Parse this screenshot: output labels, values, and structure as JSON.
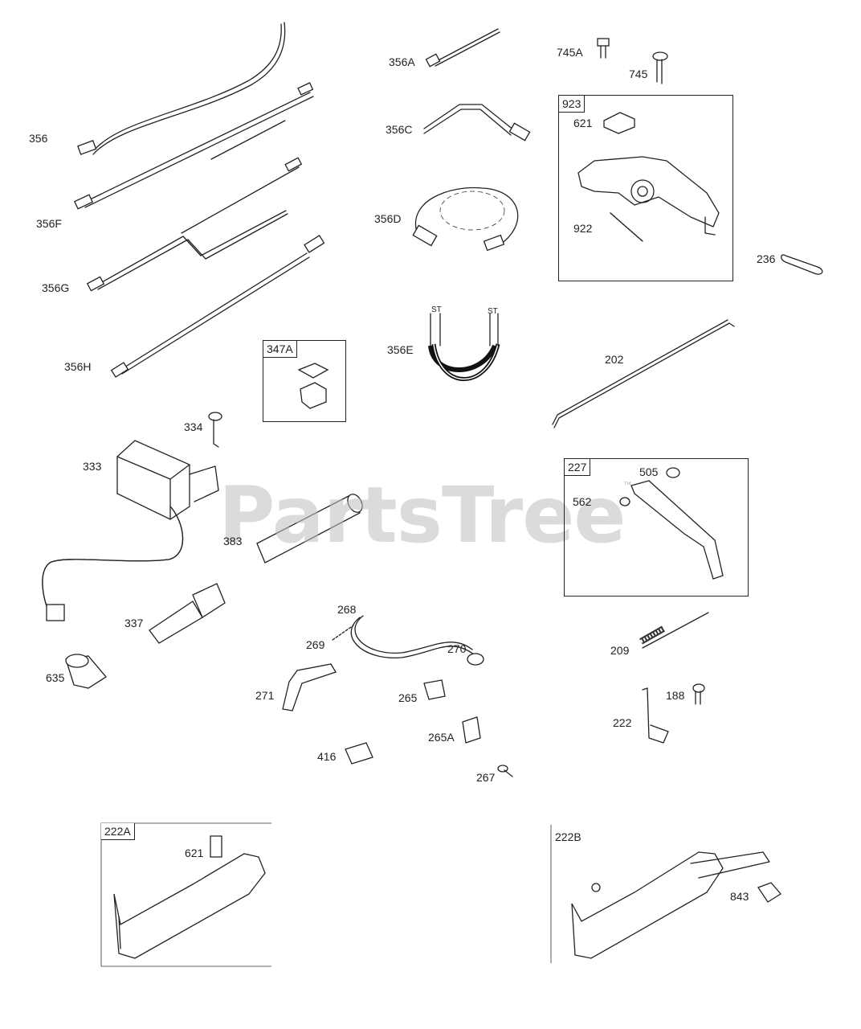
{
  "watermark": "PartsTree",
  "watermark_tm": "™",
  "labels": {
    "l356": "356",
    "l356f": "356F",
    "l356g": "356G",
    "l356h": "356H",
    "l356a": "356A",
    "l356c": "356C",
    "l356d": "356D",
    "l356e": "356E",
    "l745a": "745A",
    "l745": "745",
    "l236": "236",
    "l202": "202",
    "l334": "334",
    "l333": "333",
    "l383": "383",
    "l337": "337",
    "l635": "635",
    "l268": "268",
    "l269": "269",
    "l270": "270",
    "l271": "271",
    "l265": "265",
    "l265a": "265A",
    "l416": "416",
    "l267": "267",
    "l209": "209",
    "l188": "188",
    "l222": "222",
    "l222b": "222B",
    "l843": "843"
  },
  "boxes": {
    "b923": {
      "tag": "923",
      "labels": {
        "l621": "621",
        "l922": "922"
      }
    },
    "b347a": {
      "tag": "347A"
    },
    "b227": {
      "tag": "227",
      "labels": {
        "l505": "505",
        "l562": "562"
      }
    },
    "b222a": {
      "tag": "222A",
      "labels": {
        "l621": "621"
      }
    }
  },
  "wire_markings": [
    "ST",
    "ST"
  ]
}
